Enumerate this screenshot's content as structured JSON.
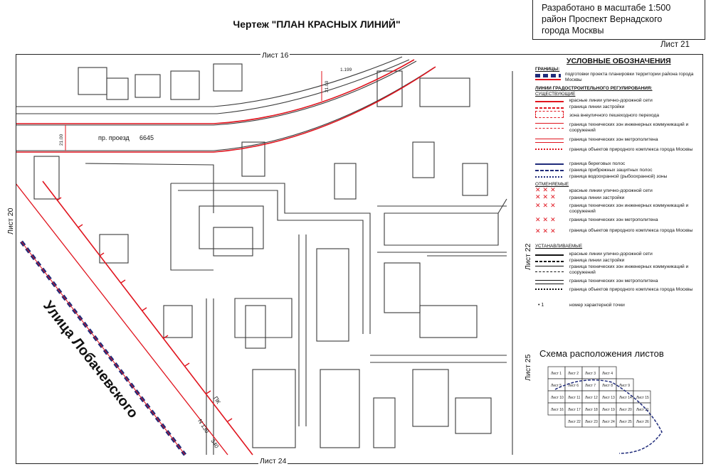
{
  "header": {
    "title": "Чертеж \"ПЛАН КРАСНЫХ ЛИНИЙ\"",
    "stamp_lines": [
      "Разработано в масштабе 1:500",
      "район Проспект Вернадского",
      "города Москвы"
    ],
    "sheet_number": "Лист 21"
  },
  "map": {
    "sheet_top": "Лист 16",
    "sheet_bottom": "Лист 24",
    "sheet_left": "Лист 20",
    "sheet_right_upper": "Лист 22",
    "sheet_right_lower": "Лист 25",
    "street_main": "Улица Лобачевского",
    "street_proezd": "пр. проезд",
    "proezd_number": "6645",
    "width_label_1": "21.00",
    "width_label_2": "21.00",
    "point_label": "1.199",
    "pk_label": "ПК",
    "n_label": "N 130",
    "n_value": "340",
    "colors": {
      "red_line": "#e0141e",
      "boundary_blue": "#1f2b7a",
      "map_line": "#3a3a3a"
    }
  },
  "legend": {
    "title": "УСЛОВНЫЕ ОБОЗНАЧЕНИЯ",
    "boundaries_header": "ГРАНИЦЫ:",
    "project_boundary": "подготовки проекта планировки территории района города Москвы",
    "regulation_header": "ЛИНИИ ГРАДОСТРОИТЕЛЬНОГО РЕГУЛИРОВАНИЯ:",
    "existing_header": "СУЩЕСТВУЮЩИЕ",
    "existing_items": [
      "красные линии улично-дорожной сети",
      "граница линии застройки",
      "зона внеуличного пешеходного перехода",
      "граница технических зон инженерных коммуникаций и сооружений",
      "граница технических зон метрополитена",
      "граница объектов природного комплекса города Москвы",
      "граница береговых полос",
      "граница прибрежных защитных полос",
      "граница водоохранной (рыбоохранной) зоны"
    ],
    "cancelled_header": "ОТМЕНЯЕМЫЕ",
    "cancelled_items": [
      "красные линии улично-дорожной сети",
      "граница линии застройки",
      "граница технических зон инженерных коммуникаций и сооружений",
      "граница технических зон метрополитена",
      "граница объектов природного комплекса города Москвы"
    ],
    "established_header": "УСТАНАВЛИВАЕМЫЕ",
    "established_items": [
      "красные линии улично-дорожной сети",
      "граница линии застройки",
      "граница технических зон инженерных коммуникаций и сооружений",
      "граница технических зон метрополитена",
      "граница объектов природного комплекса города Москвы"
    ],
    "point_item": "номер характерной точки",
    "point_symbol": "• 1"
  },
  "scheme": {
    "title": "Схема расположения листов",
    "cells": [
      "Лист 1",
      "Лист 2",
      "Лист 3",
      "Лист 4",
      "Лист 5",
      "Лист 6",
      "Лист 7",
      "Лист 8",
      "Лист 9",
      "Лист 10",
      "Лист 11",
      "Лист 12",
      "Лист 13",
      "Лист 14",
      "Лист 15",
      "Лист 16",
      "Лист 17",
      "Лист 18",
      "Лист 19",
      "Лист 20",
      "Лист 21",
      "Лист 22",
      "Лист 23",
      "Лист 24",
      "Лист 25",
      "Лист 26"
    ]
  }
}
